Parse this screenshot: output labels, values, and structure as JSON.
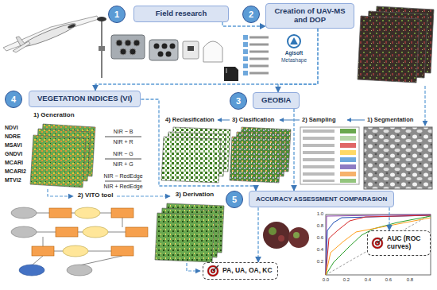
{
  "diagram": {
    "nodes": [
      {
        "text": [
          "1"
        ]
      },
      {
        "text": [
          "Field research"
        ]
      },
      {
        "text": [
          "2"
        ]
      },
      {
        "text": [
          "Creation of UAV-MS and DOP"
        ]
      },
      {
        "text": [
          "4"
        ]
      },
      {
        "text": [
          "VEGETATION INDICES (VI)"
        ]
      },
      {
        "text": [
          "3"
        ]
      },
      {
        "text": [
          "GEOBIA"
        ]
      },
      {
        "text": [
          "5"
        ]
      },
      {
        "text": [
          "ACCURACY ASSESSMENT COMPARASION"
        ]
      },
      {
        "text": [
          "PA, UA, OA, KC"
        ]
      },
      {
        "text": [
          "AUC (ROC curves)"
        ]
      }
    ],
    "edges": [
      {
        "from": 1,
        "to": 3,
        "arrow": "to"
      },
      {
        "from": 3,
        "to": 7,
        "arrow": "to"
      },
      {
        "from": 3,
        "to": 5,
        "arrow": "to"
      },
      {
        "from": 7,
        "to": 9,
        "arrow": "to"
      },
      {
        "from": 5,
        "to": 9,
        "arrow": "to"
      },
      {
        "from": 9,
        "to": 10,
        "arrow": "to"
      },
      {
        "from": 9,
        "to": 11,
        "arrow": "to"
      }
    ],
    "labels": [
      "Agisoft",
      "Metashape",
      "1) Generation",
      "NDVI",
      "NDRE",
      "MSAVI",
      "GNDVI",
      "MCARI",
      "MCARI2",
      "MTVI2",
      "NIR − B",
      "NIR + R",
      "NIR − G",
      "NIR + G",
      "NIR − RedEdge",
      "NIR + RedEdge",
      "4) Reclasification",
      "3) Clasification",
      "2) Sampling",
      "1) Segmentation",
      "2) VITO tool",
      "3) Derivation",
      "0.2",
      "0.4",
      "0.6",
      "0.8",
      "1.0",
      "0.0",
      "0.2",
      "0.4",
      "0.6",
      "0.8"
    ]
  }
}
